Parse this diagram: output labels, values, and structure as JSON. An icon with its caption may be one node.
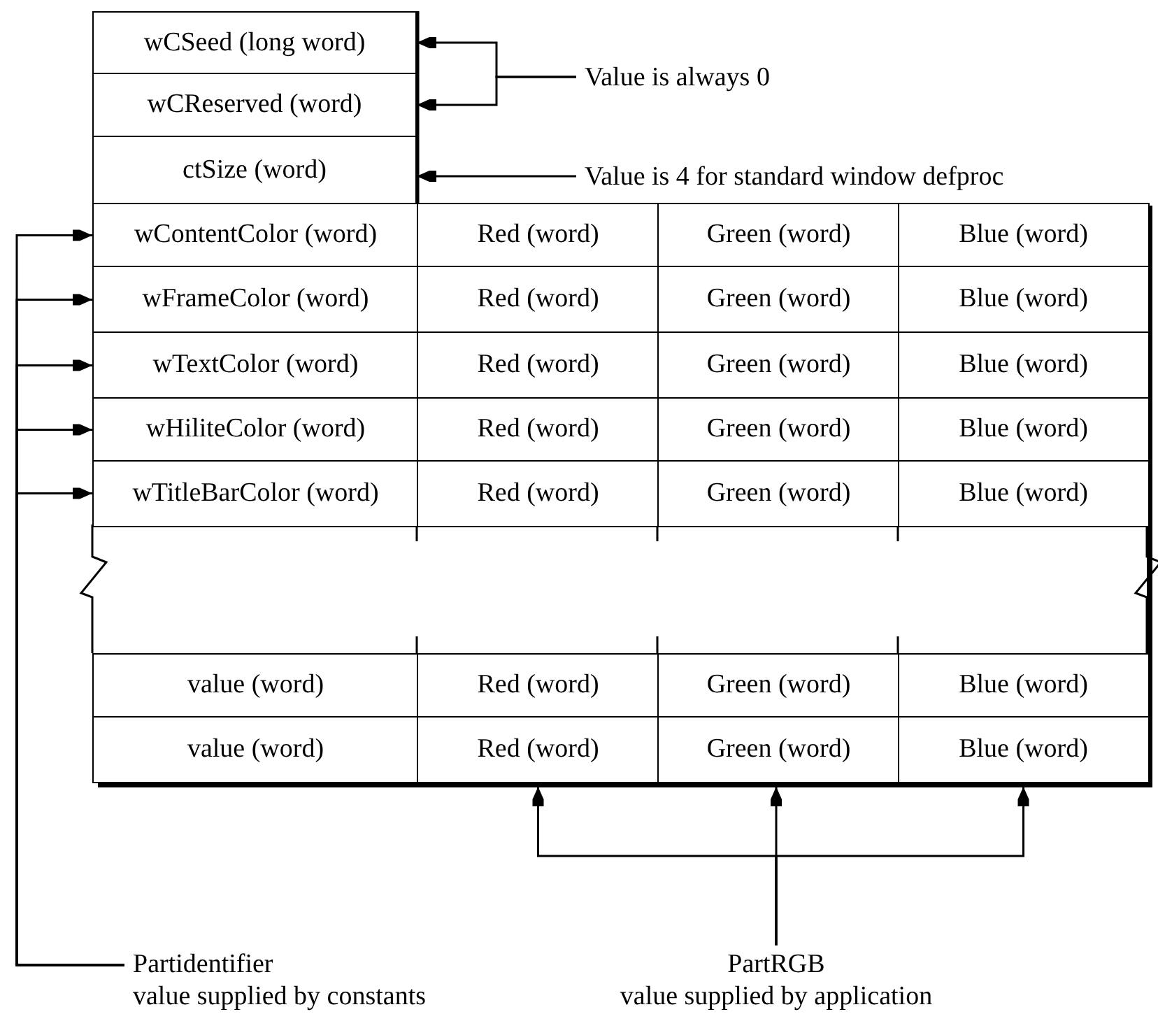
{
  "diagram": {
    "nodes": [
      {
        "text": [
          "wCSeed (long word)"
        ]
      },
      {
        "text": [
          "wCReserved (word)"
        ]
      },
      {
        "text": [
          "ctSize (word)"
        ]
      },
      {
        "text": [
          "Value is always 0"
        ]
      },
      {
        "text": [
          "Value is 4 for standard window defproc"
        ]
      },
      {
        "text": [
          "wContentColor (word)"
        ]
      },
      {
        "text": [
          "Red (word)"
        ]
      },
      {
        "text": [
          "Green (word)"
        ]
      },
      {
        "text": [
          "Blue (word)"
        ]
      },
      {
        "text": [
          "wFrameColor (word)"
        ]
      },
      {
        "text": [
          "Red (word)"
        ]
      },
      {
        "text": [
          "Green (word)"
        ]
      },
      {
        "text": [
          "Blue (word)"
        ]
      },
      {
        "text": [
          "wTextColor (word)"
        ]
      },
      {
        "text": [
          "Red (word)"
        ]
      },
      {
        "text": [
          "Green (word)"
        ]
      },
      {
        "text": [
          "Blue (word)"
        ]
      },
      {
        "text": [
          "wHiliteColor (word)"
        ]
      },
      {
        "text": [
          "Red (word)"
        ]
      },
      {
        "text": [
          "Green (word)"
        ]
      },
      {
        "text": [
          "Blue (word)"
        ]
      },
      {
        "text": [
          "wTitleBarColor (word)"
        ]
      },
      {
        "text": [
          "Red (word)"
        ]
      },
      {
        "text": [
          "Green (word)"
        ]
      },
      {
        "text": [
          "Blue (word)"
        ]
      },
      {
        "text": [
          "value (word)"
        ]
      },
      {
        "text": [
          "Red (word)"
        ]
      },
      {
        "text": [
          "Green (word)"
        ]
      },
      {
        "text": [
          "Blue (word)"
        ]
      },
      {
        "text": [
          "value (word)"
        ]
      },
      {
        "text": [
          "Red (word)"
        ]
      },
      {
        "text": [
          "Green (word)"
        ]
      },
      {
        "text": [
          "Blue (word)"
        ]
      },
      {
        "text": [
          "Partidentifier",
          "value supplied by constants"
        ]
      },
      {
        "text": [
          "PartRGB",
          "value supplied by application"
        ]
      }
    ],
    "edges": [
      {
        "from": 3,
        "to": 0,
        "arrow": "to"
      },
      {
        "from": 3,
        "to": 1,
        "arrow": "to"
      },
      {
        "from": 4,
        "to": 2,
        "arrow": "to"
      },
      {
        "from": 33,
        "to": 5,
        "arrow": "to"
      },
      {
        "from": 33,
        "to": 9,
        "arrow": "to"
      },
      {
        "from": 33,
        "to": 13,
        "arrow": "to"
      },
      {
        "from": 33,
        "to": 17,
        "arrow": "to"
      },
      {
        "from": 33,
        "to": 21,
        "arrow": "to"
      },
      {
        "from": 34,
        "to": 30,
        "arrow": "to"
      },
      {
        "from": 34,
        "to": 31,
        "arrow": "to"
      },
      {
        "from": 34,
        "to": 32,
        "arrow": "to"
      }
    ]
  }
}
